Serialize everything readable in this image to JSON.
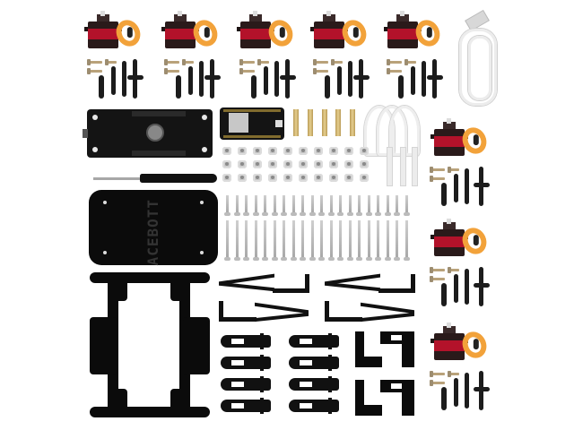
{
  "photo": {
    "subject": "ACEBOTT quadruped robot kit components laid out on white background",
    "background_color": "#ffffff"
  },
  "components": {
    "servos": {
      "count": 8,
      "label_color": "#b3122a",
      "cable_color": "#f2a23a"
    },
    "usb_cable": {
      "color": "#ffffff"
    },
    "expansion_board": {
      "color": "#141414"
    },
    "esp8266_board": {
      "color": "#141414"
    },
    "brass_standoffs": {
      "count": 5,
      "color": "#d8bd72"
    },
    "cable_ties": {
      "count": 3
    },
    "screwdriver": {
      "color": "#111111"
    },
    "nuts": {
      "count": 30
    },
    "short_screws": {
      "count": 20
    },
    "long_screws": {
      "count": 20
    },
    "acrylic_cover": {
      "engraving": "ACEBOTT"
    },
    "chassis_frame": {
      "color": "#0b0b0b"
    },
    "leg_parts": {
      "count": 4
    },
    "link_parts": {
      "count": 8
    },
    "bracket_parts": {
      "count": 2
    }
  }
}
